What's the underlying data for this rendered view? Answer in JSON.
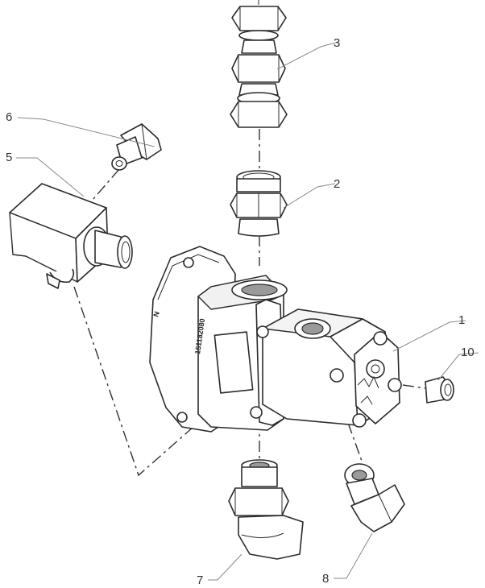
{
  "callouts": [
    {
      "id": "1",
      "label": "1"
    },
    {
      "id": "2",
      "label": "2"
    },
    {
      "id": "3",
      "label": "3"
    },
    {
      "id": "5",
      "label": "5"
    },
    {
      "id": "6",
      "label": "6"
    },
    {
      "id": "7",
      "label": "7"
    },
    {
      "id": "8",
      "label": "8"
    },
    {
      "id": "10",
      "label": "10"
    }
  ],
  "body_marking": "151182080"
}
